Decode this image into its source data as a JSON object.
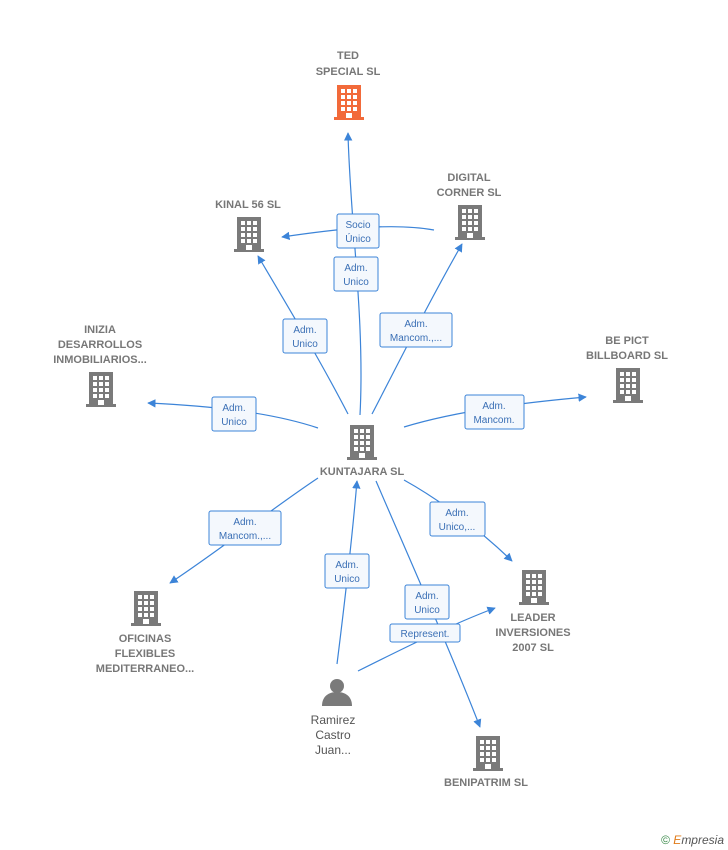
{
  "nodes": {
    "ted": {
      "label": [
        "TED",
        "SPECIAL  SL"
      ],
      "color": "#f26a3a"
    },
    "kinal": {
      "label": [
        "KINAL 56 SL"
      ],
      "color": "#7a7a7a"
    },
    "digital": {
      "label": [
        "DIGITAL",
        "CORNER  SL"
      ],
      "color": "#7a7a7a"
    },
    "inizia": {
      "label": [
        "INIZIA",
        "DESARROLLOS",
        "INMOBILIARIOS..."
      ],
      "color": "#7a7a7a"
    },
    "bepict": {
      "label": [
        "BE PICT",
        "BILLBOARD  SL"
      ],
      "color": "#7a7a7a"
    },
    "kuntajara": {
      "label": [
        "KUNTAJARA SL"
      ],
      "color": "#7a7a7a"
    },
    "oficinas": {
      "label": [
        "OFICINAS",
        "FLEXIBLES",
        "MEDITERRANEO..."
      ],
      "color": "#7a7a7a"
    },
    "leader": {
      "label": [
        "LEADER",
        "INVERSIONES",
        "2007 SL"
      ],
      "color": "#7a7a7a"
    },
    "benipatrim": {
      "label": [
        "BENIPATRIM SL"
      ],
      "color": "#7a7a7a"
    },
    "ramirez": {
      "label": [
        "Ramirez",
        "Castro",
        "Juan..."
      ],
      "color": "#7a7a7a"
    }
  },
  "edges": {
    "kinal_socio": [
      "Socio",
      "Único"
    ],
    "ted_adm": [
      "Adm.",
      "Unico"
    ],
    "kinal_adm": [
      "Adm.",
      "Unico"
    ],
    "digital_adm": [
      "Adm.",
      "Mancom.,..."
    ],
    "inizia_adm": [
      "Adm.",
      "Unico"
    ],
    "bepict_adm": [
      "Adm.",
      "Mancom."
    ],
    "oficinas_adm": [
      "Adm.",
      "Mancom.,..."
    ],
    "leader_adm": [
      "Adm.",
      "Unico,..."
    ],
    "ramirez_adm": [
      "Adm.",
      "Unico"
    ],
    "benipatrim_adm": [
      "Adm.",
      "Unico"
    ],
    "leader_repr": [
      "Represent."
    ]
  },
  "footer": {
    "copyright": "©",
    "brand_initial": "E",
    "brand_rest": "mpresia"
  },
  "colors": {
    "edge": "#3c84d8",
    "highlight": "#f26a3a",
    "building": "#7a7a7a"
  }
}
